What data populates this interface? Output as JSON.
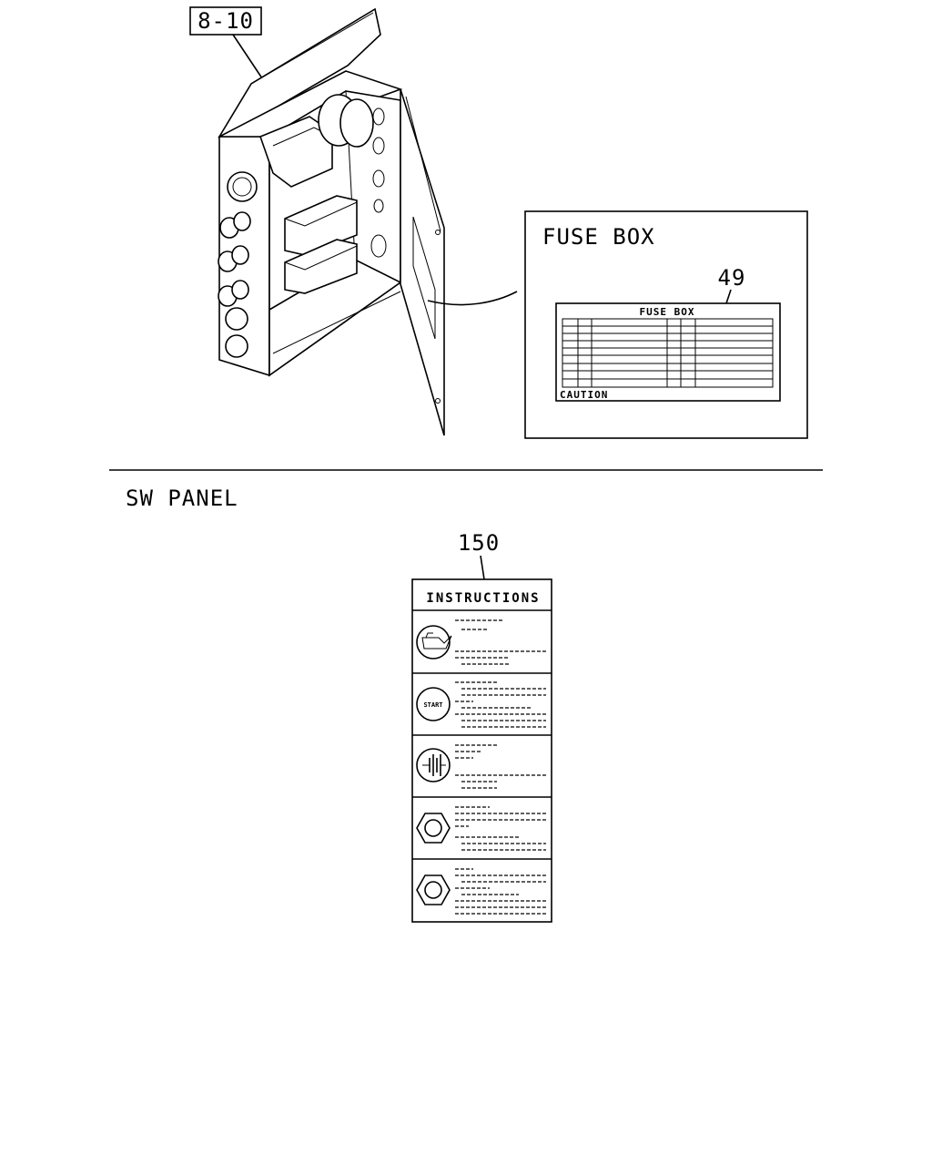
{
  "top_callout": "8-10",
  "fuse_box": {
    "heading": "FUSE BOX",
    "callout": "49",
    "label_title": "FUSE BOX",
    "label_footer": "CAUTION"
  },
  "sw_panel": {
    "heading": "SW PANEL",
    "callout": "150",
    "label_title": "INSTRUCTIONS",
    "icons": [
      "oil-can-icon",
      "start-icon",
      "battery-icon",
      "hex-nut-icon",
      "hex-nut-icon"
    ],
    "start_text": "START"
  }
}
